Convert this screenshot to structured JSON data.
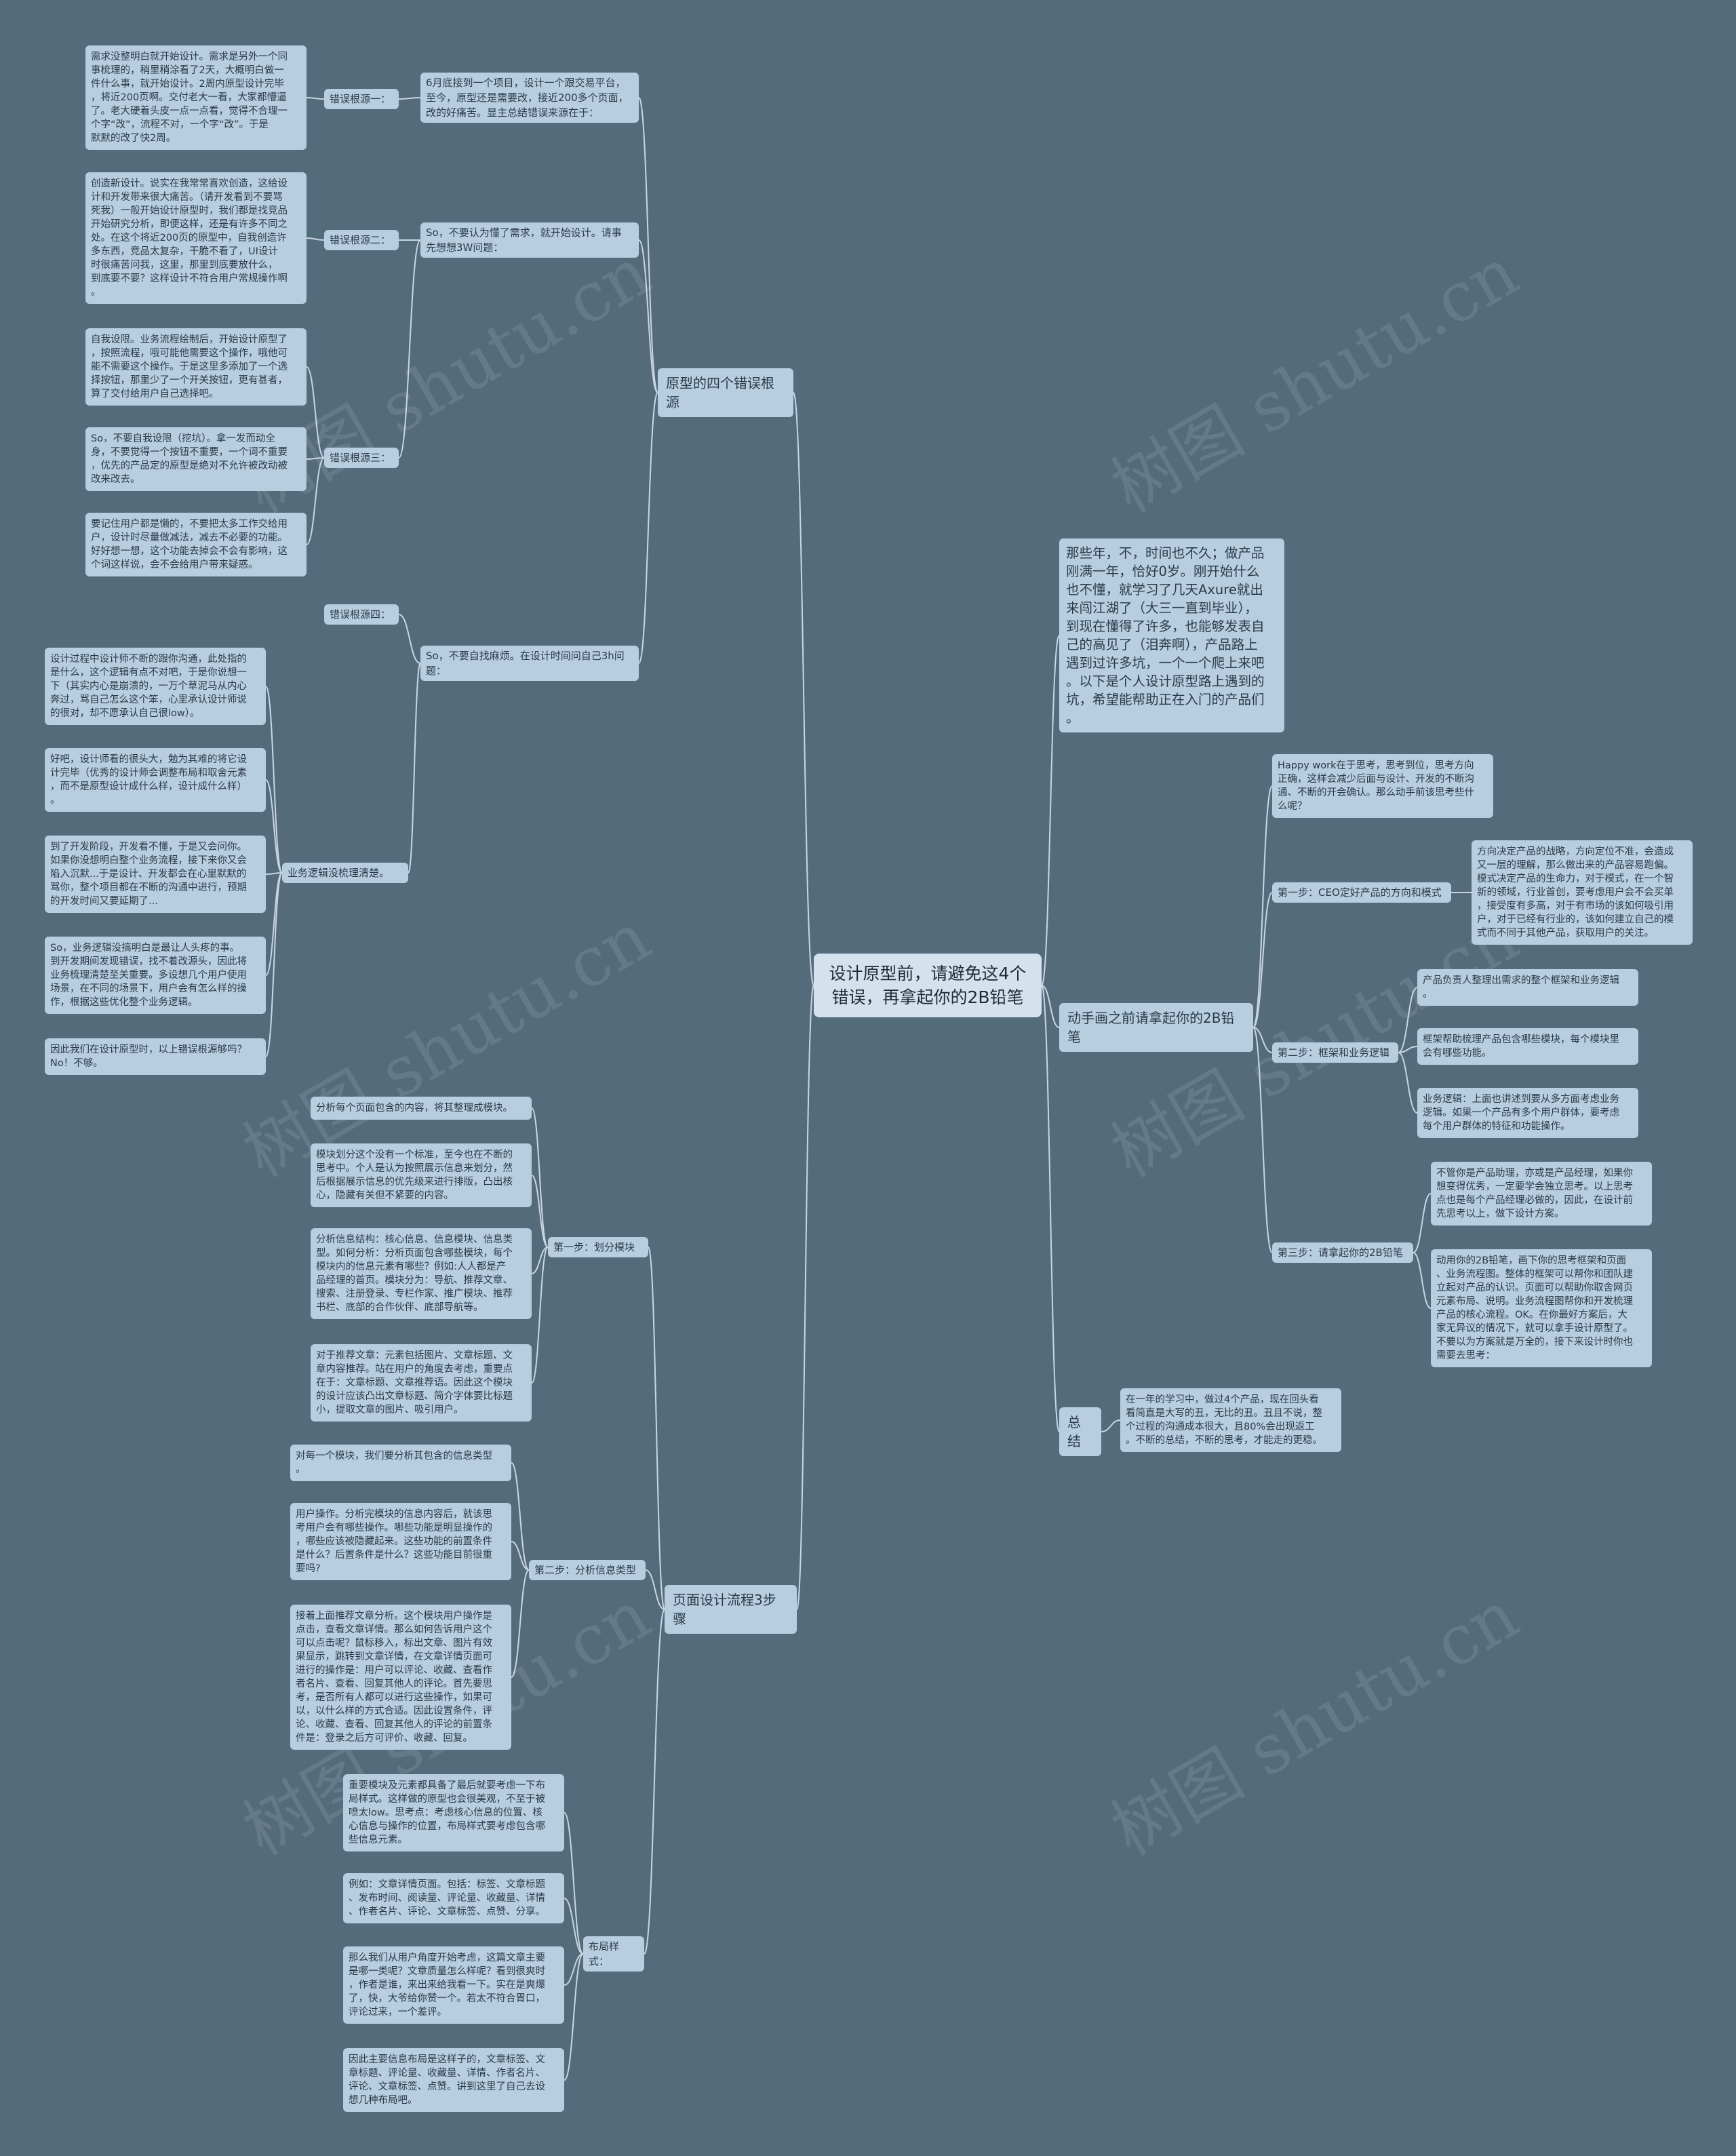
{
  "root": "设计原型前，请避免这4个\n错误，再拿起你的2B铅笔",
  "watermark": "树图 shutu.cn",
  "colors": {
    "background": "#546b7c",
    "node": "#b7cde0",
    "root": "#d4e2ee",
    "line": "#c9d6e2"
  },
  "left": {
    "b1": {
      "label": "原型的四个错误根源",
      "g1": {
        "label": "6月底接到一个项目，设计一个跟交易平台，\n至今，原型还是需要改，接近200多个页面，\n改的好痛苦。显主总结错误来源在于：",
        "s1": {
          "label": "错误根源一：",
          "t1": "需求没整明白就开始设计。需求是另外一个同\n事梳理的，稍里稍涂看了2天，大概明白做一\n件什么事，就开始设计。2周内原型设计完毕\n，将近200页啊。交付老大一看，大家都懵逼\n了。老大硬着头皮一点一点看，觉得不合理一\n个字“改”，流程不对，一个字“改”。于是\n默默的改了快2周。"
        }
      },
      "g2": {
        "label": "So，不要认为懂了需求，就开始设计。请事\n先想想3W问题：",
        "s2": {
          "label": "错误根源二：",
          "t1": "创造新设计。说实在我常常喜欢创造，这给设\n计和开发带来很大痛苦。（请开发看到不要骂\n死我）一般开始设计原型时，我们都是找竞品\n开始研究分析，即便这样，还是有许多不同之\n处。在这个将近200页的原型中，自我创造许\n多东西，竞品太复杂，干脆不看了，UI设计\n时很痛苦问我，这里，那里到底要放什么，\n到底要不要？这样设计不符合用户常规操作啊\n。"
        },
        "s3": {
          "label": "错误根源三：",
          "t1": "自我设限。业务流程绘制后，开始设计原型了\n，按照流程，哦可能他需要这个操作，哦他可\n能不需要这个操作。于是这里多添加了一个选\n择按钮，那里少了一个开关按钮，更有甚者，\n算了交付给用户自己选择吧。",
          "t2": "So，不要自我设限（挖坑）。拿一发而动全\n身，不要觉得一个按钮不重要，一个词不重要\n，优先的产品定的原型是绝对不允许被改动被\n改来改去。",
          "t3": "要记住用户都是懒的，不要把太多工作交给用\n户，设计时尽量做减法，减去不必要的功能。\n好好想一想，这个功能去掉会不会有影响，这\n个词这样说，会不会给用户带来疑惑。"
        }
      },
      "g3": {
        "label": "So，不要自找麻烦。在设计时间问自己3h问\n题：",
        "s4": {
          "label": "错误根源四："
        },
        "s5": {
          "label": "业务逻辑没梳理清楚。",
          "t1": "设计过程中设计师不断的跟你沟通，此处指的\n是什么，这个逻辑有点不对吧，于是你说想一\n下（其实内心是崩溃的，一万个草泥马从内心\n奔过，骂自己怎么这个笨，心里承认设计师说\n的很对，却不愿承认自己很low）。",
          "t2": "好吧，设计师看的很头大，勉为其难的将它设\n计完毕（优秀的设计师会调整布局和取舍元素\n，而不是原型设计成什么样，设计成什么样）\n。",
          "t3": "到了开发阶段，开发看不懂，于是又会问你。\n如果你没想明白整个业务流程，接下来你又会\n陷入沉默...于是设计、开发都会在心里默默的\n骂你，整个项目都在不断的沟通中进行，预期\n的开发时间又要延期了...",
          "t4": "So，业务逻辑没搞明白是最让人头疼的事。\n到开发期间发现错误，找不着改源头，因此将\n业务梳理清楚至关重要。多设想几个用户使用\n场景，在不同的场景下，用户会有怎么样的操\n作，根据这些优化整个业务逻辑。",
          "t5": "因此我们在设计原型时，以上错误根源够吗？\nNo！不够。"
        }
      }
    },
    "b2": {
      "label": "页面设计流程3步骤",
      "s1": {
        "label": "第一步：划分模块",
        "t1": "分析每个页面包含的内容，将其整理成模块。",
        "t2": "模块划分这个没有一个标准，至今也在不断的\n思考中。个人是认为按照展示信息来划分，然\n后根据展示信息的优先级来进行排版，凸出核\n心，隐藏有关但不紧要的内容。",
        "t3": "分析信息结构：核心信息、信息模块、信息类\n型。如何分析：分析页面包含哪些模块，每个\n模块内的信息元素有哪些？例如:人人都是产\n品经理的首页。模块分为：导航、推荐文章、\n搜索、注册登录、专栏作家、推广模块、推荐\n书栏、底部的合作伙伴、底部导航等。",
        "t4": "对于推荐文章：元素包括图片、文章标题、文\n章内容推荐。站在用户的角度去考虑，重要点\n在于：文章标题、文章推荐语。因此这个模块\n的设计应该凸出文章标题、简介字体要比标题\n小，提取文章的图片、吸引用户。"
      },
      "s2": {
        "label": "第二步：分析信息类型",
        "t1": "对每一个模块，我们要分析其包含的信息类型\n。",
        "t2": "用户操作。分析完模块的信息内容后，就该思\n考用户会有哪些操作。哪些功能是明显操作的\n，哪些应该被隐藏起来。这些功能的前置条件\n是什么？后置条件是什么？这些功能目前很重\n要吗?",
        "t3": "接着上面推荐文章分析。这个模块用户操作是\n点击，查看文章详情。那么如何告诉用户这个\n可以点击呢？鼠标移入，标出文章、图片有效\n果显示，跳转到文章详情，在文章详情页面可\n进行的操作是：用户可以评论、收藏、查看作\n者名片、查看、回复其他人的评论。首先要思\n考，是否所有人都可以进行这些操作，如果可\n以，以什么样的方式合适。因此设置条件，评\n论、收藏、查看、回复其他人的评论的前置条\n件是：登录之后方可评价、收藏、回复。"
      },
      "s3": {
        "label": "布局样式：",
        "t1": "重要模块及元素都具备了最后就要考虑一下布\n局样式。这样做的原型也会很美观，不至于被\n喷太low。思考点：考虑核心信息的位置、核\n心信息与操作的位置，布局样式要考虑包含哪\n些信息元素。",
        "t2": "例如：文章详情页面。包括：标签、文章标题\n、发布时间、阅读量、评论量、收藏量、详情\n、作者名片、评论、文章标签、点赞、分享。",
        "t3": "那么我们从用户角度开始考虑，这篇文章主要\n是哪一类呢？文章质量怎么样呢？看到很爽时\n，作者是谁，来出来给我看一下。实在是爽爆\n了，快，大爷给你赞一个。若太不符合胃口，\n评论过来，一个差评。",
        "t4": "因此主要信息布局是这样子的，文章标签、文\n章标题、评论量、收藏量、详情、作者名片、\n评论、文章标签、点赞。讲到这里了自己去设\n想几种布局吧。"
      }
    }
  },
  "right": {
    "intro": "那些年，不，时间也不久；做产品\n刚满一年，恰好0岁。刚开始什么\n也不懂，就学习了几天Axure就出\n来闯江湖了（大三一直到毕业），\n到现在懂得了许多，也能够发表自\n己的高见了（泪奔啊），产品路上\n遇到过许多坑，一个一个爬上来吧\n。以下是个人设计原型路上遇到的\n坑，希望能帮助正在入门的产品们\n。",
    "b3": {
      "label": "动手画之前请拿起你的2B铅笔",
      "t0": "Happy work在于思考，思考到位，思考方向\n正确，这样会减少后面与设计、开发的不断沟\n通、不断的开会确认。那么动手前该思考些什\n么呢？",
      "s1": {
        "label": "第一步：CEO定好产品的方向和模式",
        "t1": "方向决定产品的战略，方向定位不准，会造成\n又一层的理解，那么做出来的产品容易跑偏。\n模式决定产品的生命力，对于模式，在一个智\n新的领域，行业首创，要考虑用户会不会买单\n，接受度有多高，对于有市场的该如何吸引用\n户，对于已经有行业的，该如何建立自己的模\n式而不同于其他产品，获取用户的关注。"
      },
      "s2": {
        "label": "第二步：框架和业务逻辑",
        "t1": "产品负责人整理出需求的整个框架和业务逻辑\n。",
        "t2": "框架帮助梳理产品包含哪些模块，每个模块里\n会有哪些功能。",
        "t3": "业务逻辑：上面也讲述到要从多方面考虑业务\n逻辑。如果一个产品有多个用户群体，要考虑\n每个用户群体的特征和功能操作。"
      },
      "s3": {
        "label": "第三步：请拿起你的2B铅笔",
        "t1": "不管你是产品助理，亦或是产品经理，如果你\n想变得优秀，一定要学会独立思考。以上思考\n点也是每个产品经理必做的，因此，在设计前\n先思考以上，做下设计方案。",
        "t2": "动用你的2B铅笔，画下你的思考框架和页面\n、业务流程图。整体的框架可以帮你和团队建\n立起对产品的认识。页面可以帮助你取舍网页\n元素布局、说明。业务流程图帮你和开发梳理\n产品的核心流程。OK。在你最好方案后，大\n家无异议的情况下，就可以拿手设计原型了。\n不要以为方案就是万全的，接下来设计时你也\n需要去思考："
      }
    },
    "b4": {
      "label": "总结",
      "t1": "在一年的学习中，做过4个产品，现在回头看\n看简直是大写的丑，无比的丑。丑且不说，整\n个过程的沟通成本很大，且80%会出现返工\n。不断的总结，不断的思考，才能走的更稳。"
    }
  }
}
